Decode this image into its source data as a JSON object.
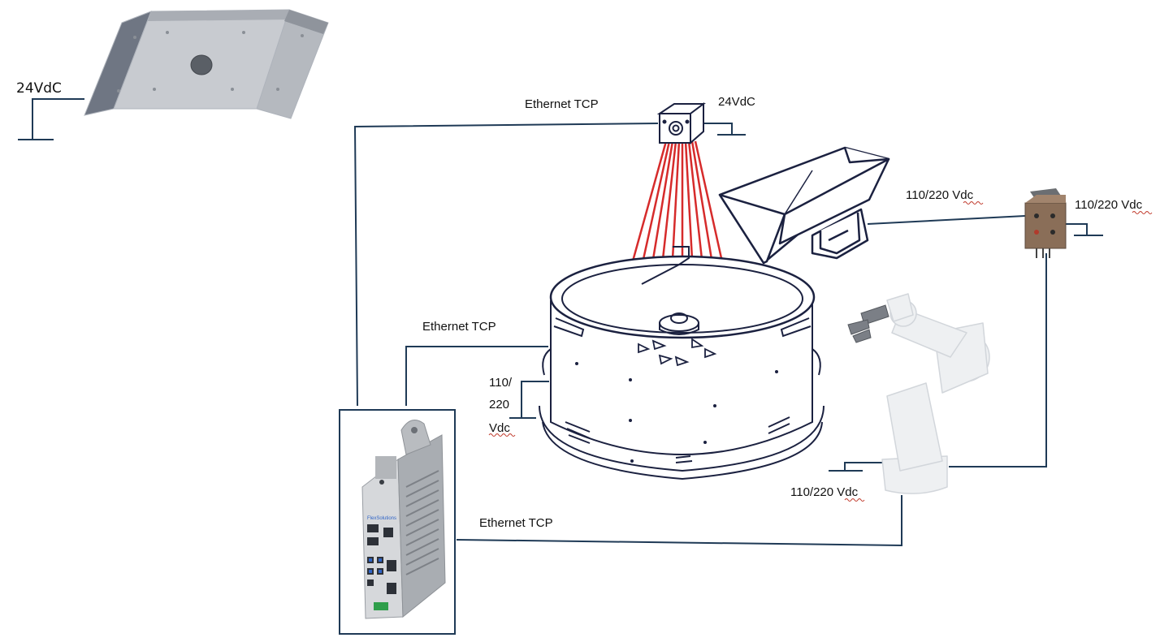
{
  "colors": {
    "wire": "#1f3a56",
    "laser": "#d62b2b",
    "outline": "#1b2140",
    "metal": "#c9ccd1",
    "robot": "#eef0f2"
  },
  "labels": {
    "plate_power": "24VdC",
    "camera_ethernet": "Ethernet TCP",
    "camera_power": "24VdC",
    "hopper_power": "110/220 Vdc",
    "relay_power": "110/220 Vdc",
    "feeder_ethernet": "Ethernet TCP",
    "feeder_power_line1": "110/",
    "feeder_power_line2": "220",
    "feeder_power_line3": "Vdc",
    "robot_power": "110/220 Vdc",
    "robot_ethernet": "Ethernet TCP"
  },
  "devices": {
    "pc_brand": "FlexSolutions",
    "icons": [
      "light-plate-icon",
      "camera-icon",
      "hopper-icon",
      "relay-box-icon",
      "vibratory-feeder-icon",
      "robot-arm-icon",
      "industrial-pc-icon"
    ]
  }
}
